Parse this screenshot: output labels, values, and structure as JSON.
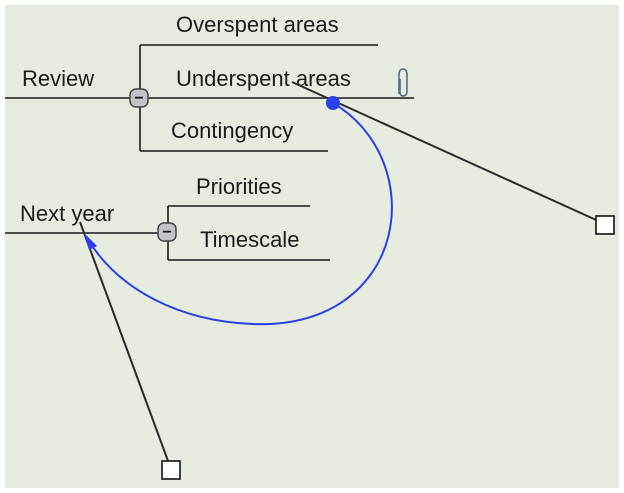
{
  "colors": {
    "background": "#e6ede0",
    "branch_line": "#1a1a1a",
    "relationship": "#2b3ff0",
    "handle_line": "#2a2a2a",
    "collapse_fill": "#c0c4c8"
  },
  "topics": {
    "review": {
      "label": "Review",
      "collapse_symbol": "−",
      "children": [
        "Overspent areas",
        "Underspent areas",
        "Contingency"
      ]
    },
    "next_year": {
      "label": "Next year",
      "collapse_symbol": "−",
      "children": [
        "Priorities",
        "Timescale"
      ]
    }
  },
  "attachment_icon": "paperclip-icon",
  "relationship": {
    "from": "Underspent areas",
    "to": "Next year"
  }
}
